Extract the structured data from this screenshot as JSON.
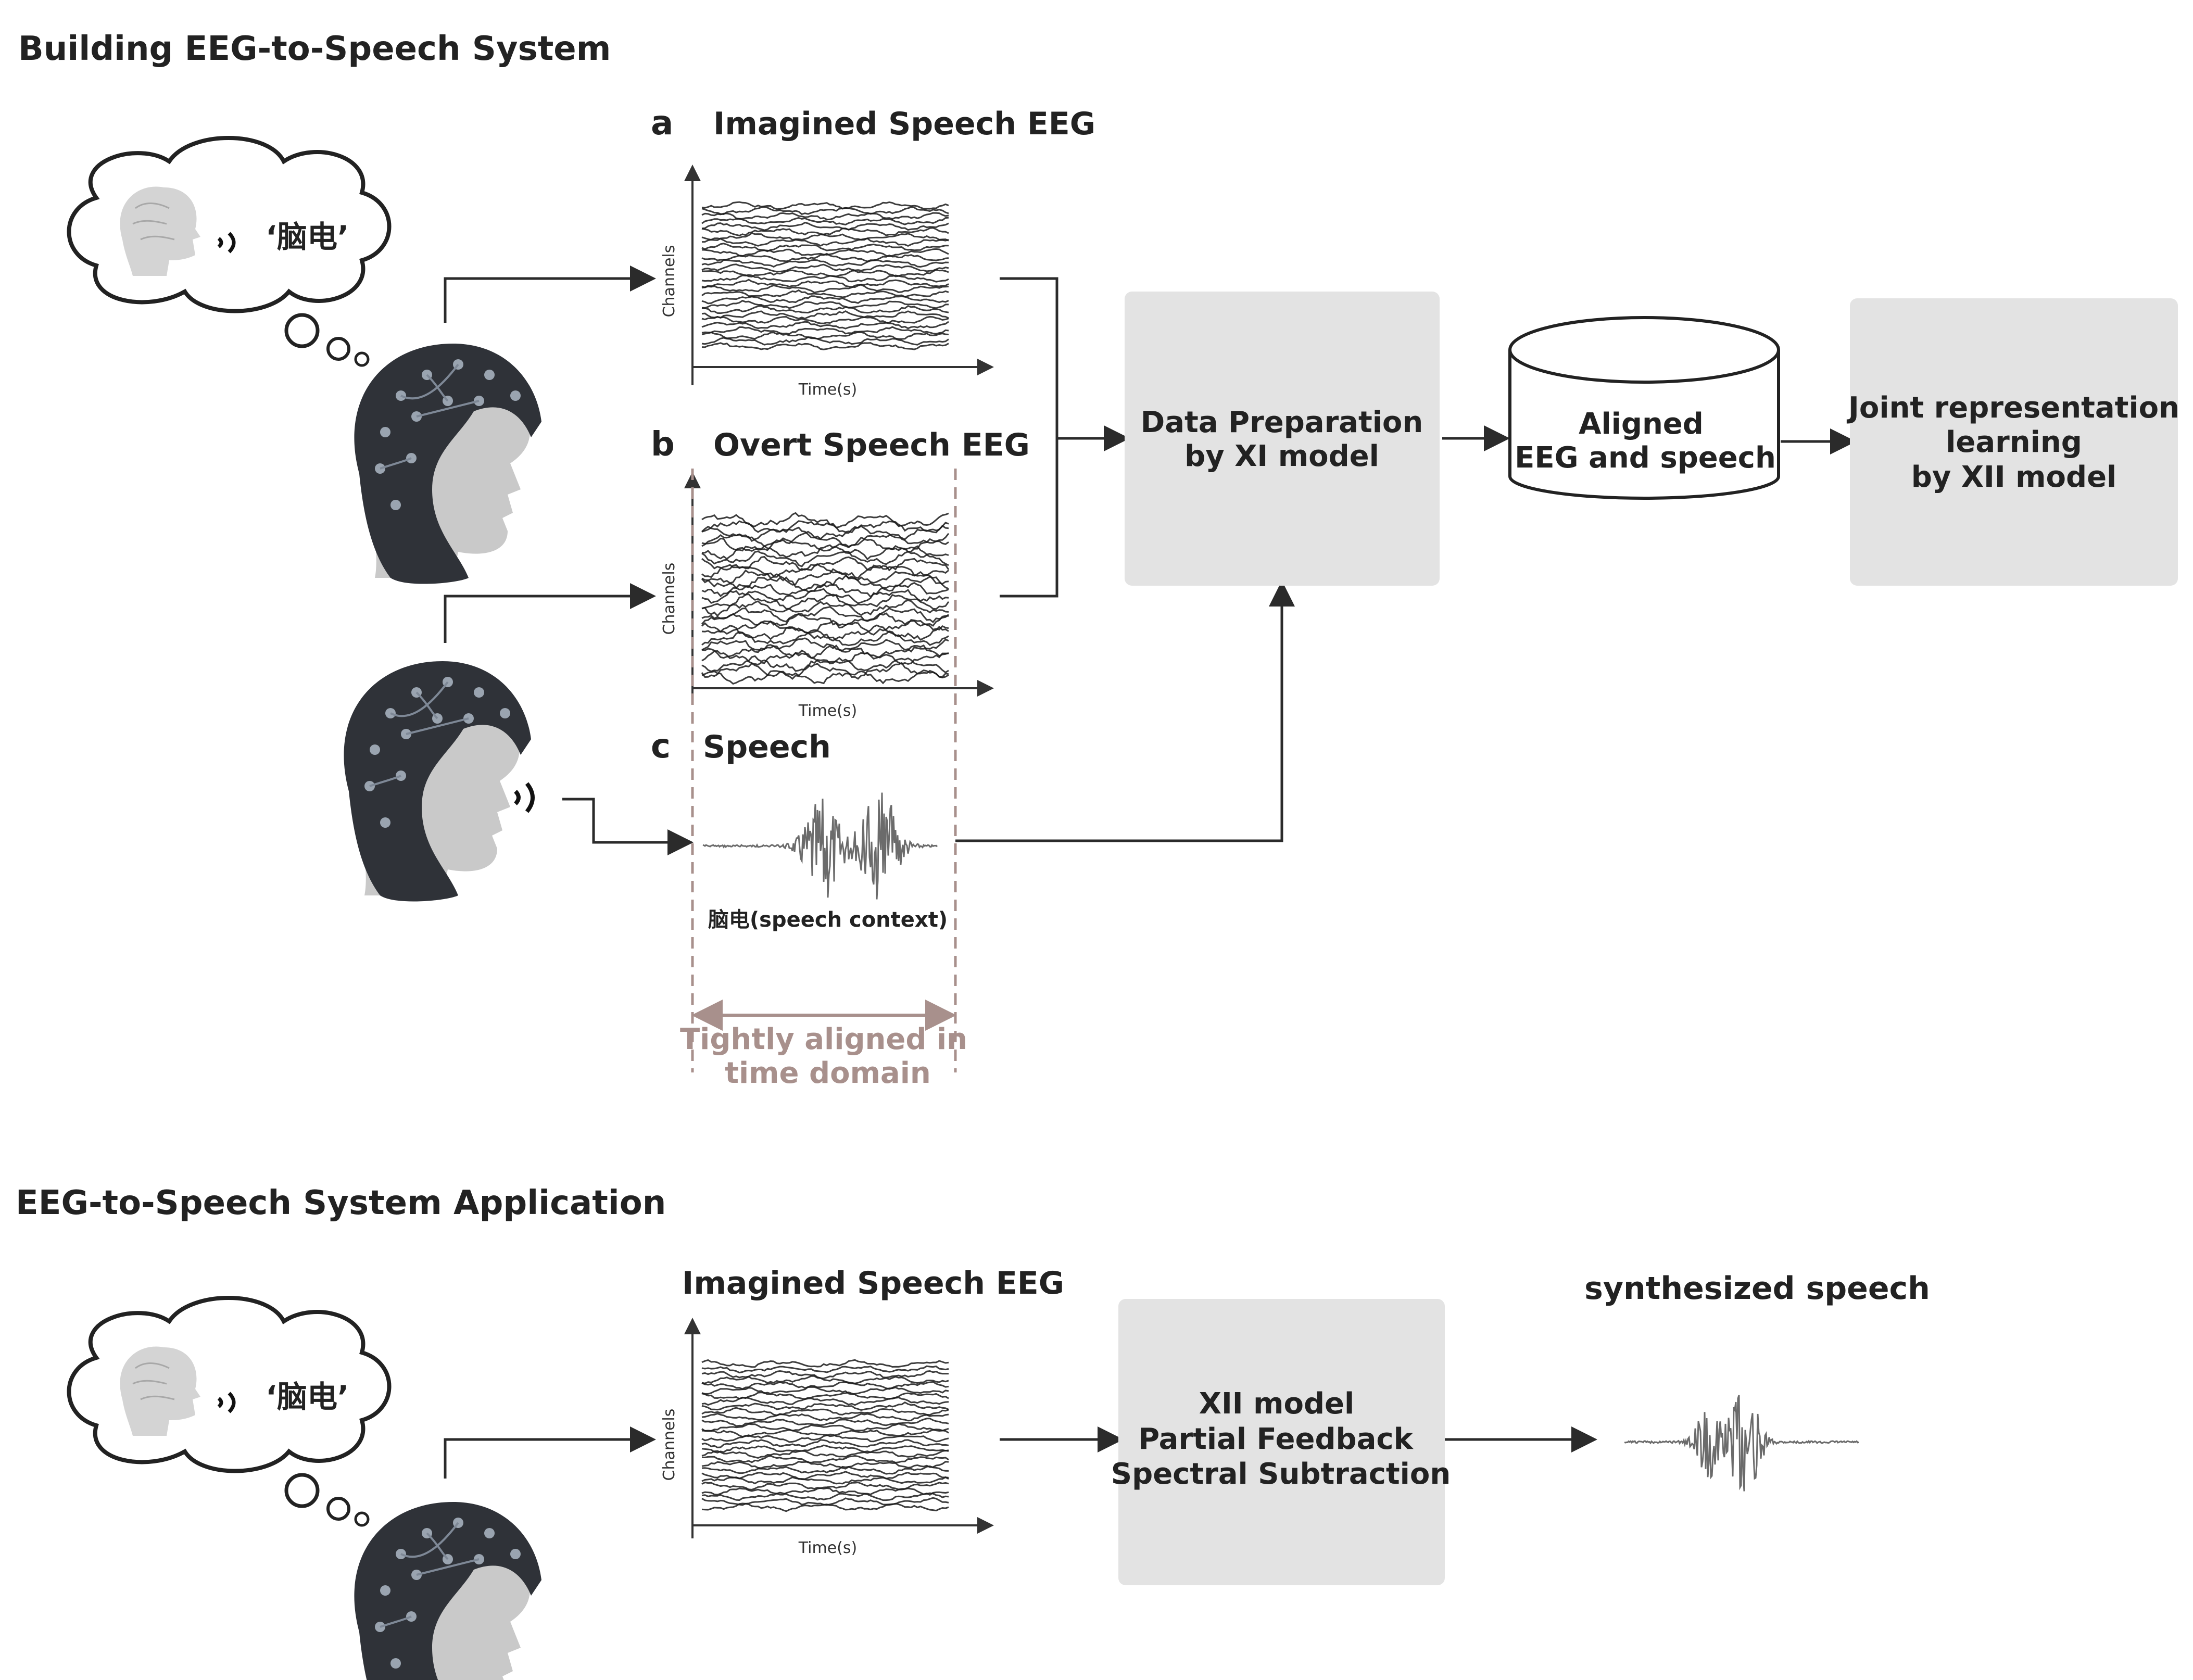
{
  "section_build": {
    "title": "Building EEG-to-Speech System"
  },
  "section_app": {
    "title": "EEG-to-Speech System Application"
  },
  "panels": {
    "a": {
      "letter": "a",
      "title": "Imagined Speech EEG",
      "ylabel": "Channels",
      "xlabel": "Time(s)"
    },
    "b": {
      "letter": "b",
      "title": "Overt Speech EEG",
      "ylabel": "Channels",
      "xlabel": "Time(s)"
    },
    "c": {
      "letter": "c",
      "title": "Speech",
      "caption": "脑电(speech context)"
    },
    "app": {
      "title": "Imagined Speech EEG",
      "ylabel": "Channels",
      "xlabel": "Time(s)"
    }
  },
  "thought": {
    "text": "‘脑电’"
  },
  "boxes": {
    "data_prep": {
      "line1": "Data  Preparation",
      "line2": "by XI model"
    },
    "aligned_db": {
      "line1": "Aligned",
      "line2": "EEG and speech"
    },
    "joint": {
      "line1": "Joint representation",
      "line2": "learning",
      "line3": "by XII model"
    },
    "xii": {
      "line1": "XII model",
      "line2": "Partial Feedback",
      "line3": "Spectral Subtraction"
    }
  },
  "aligned_note": {
    "line1": "Tightly aligned in",
    "line2": "time domain"
  },
  "synth": {
    "title": "synthesized speech"
  },
  "colors": {
    "box_fill": "#e3e3e3",
    "aligned_note": "#a8908c",
    "waveform": "#6b6b6b",
    "cap": "#2f3238",
    "face": "#c9c9c9"
  }
}
